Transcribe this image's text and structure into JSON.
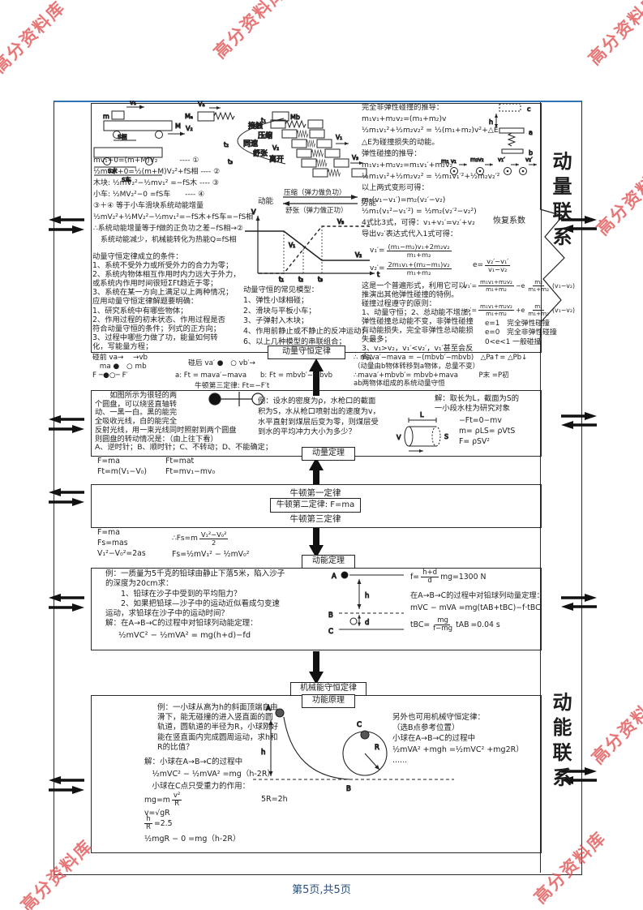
{
  "page": {
    "footer": "第5页,共5页",
    "watermark": "高分资料库",
    "colors": {
      "frame_blue": "#2e74b5",
      "watermark_red": "#e05a5a",
      "footer_blue": "#274e7d"
    }
  },
  "side": {
    "momentum_link": "动量联系",
    "energy_link": "动能联系",
    "restitution": "恢复系数"
  },
  "labels": {
    "momentum_conservation": "动量守恒定律",
    "momentum_theorem": "动量定理",
    "newton1": "牛顿第一定律",
    "newton2": "牛顿第二定律: F=ma",
    "newton3": "牛顿第三定律",
    "kinetic_theorem": "动能定理",
    "mech_energy": "机械能守恒定律",
    "work_energy": "功能原理"
  },
  "cart": {
    "equations": [
      "mv₁+0=(m+M)V₂　　　---- ①",
      "½mv₁²+0=½(m+M)V₂²+fS相 ---- ②",
      "木块: ½mV₂²−½mv₁² =−fS木 ---- ③",
      "小车: ½MV₂²−0 =fS车　　---- ④",
      "③＋④ 等于小车滑块系统动能增量",
      "½mV₂²+½MV₂²−½mv₁²=−fS木+fS车=−fS相",
      "∴系统动能增量等于f做的正负功之差−fS相→②",
      "　系统动能减少，机械能转化为热能Q=fS相"
    ],
    "conditions": [
      "动量守恒定律成立的条件：",
      "1、系统不受外力或所受外力的合力为零；",
      "2、系统内物体相互作用时内力远大于外力，",
      "或系统内作用时间很短ΣFt趋近于零；",
      "3、系统在某一方向上满足以上两种情况；",
      "应用动量守恒定律解题要明确：",
      "1、研究系统中有哪些物体；",
      "2、作用过程的初末状态、作用过程是否",
      "符合动量守恒的条件；列式的正方向；",
      "3、过程中哪些力做了功，能量如何转",
      "化，写能量方程；"
    ]
  },
  "spring": {
    "stages": [
      "接触",
      "压缩",
      "同速",
      "舒张",
      "离开"
    ],
    "convert": {
      "ke": "动能",
      "pe": "势能",
      "compress": "压缩（弹力做负功）",
      "expand": "舒张（弹力做正功）"
    },
    "models": [
      "动量守恒的常见模型：",
      "1、弹性小球相碰；",
      "2、滑块与平板小车；",
      "3、子弹射入木块；",
      "4、作用前静止或不静止的反冲运动；",
      "6、以上几种模型的串联组合；"
    ]
  },
  "collision": {
    "derivation": [
      "完全非弹性碰撞的推导：",
      "m₁v₁+m₂v₂=(m₁+m₂)v",
      "½m₁v₁²+½m₂v₂² = ½(m₁+m₂)v²+△E",
      "△E为碰撞损失的动能。",
      "弹性碰撞的推导：",
      "m₁v₁+m₂v₂=m₁v₁′+m₂v₂′",
      "½m₁v₁²+½m₂v₂² = ½m₁v₁′²+½m₂v₂′²",
      "以上两式变形可得：",
      "m₁(v₁−v₁′)=m₂(v₂′−v₂)",
      "½m₁(v₁²−v₁′²) = ½m₂(v₂′²−v₂²)",
      "4式比3式，可得：v₁+v₁′=v₂′+v₂",
      "导出v₂′表达式代入1式可得："
    ],
    "v1p": {
      "prefix": "v₁′=",
      "num": "(m₁−m₂)v₁+2m₂v₂",
      "den": "m₁+m₂"
    },
    "v2p": {
      "prefix": "v₂′=",
      "num": "2m₁v₁+(m₂−m₁)v₂",
      "den": "m₁+m₂"
    },
    "e_def": {
      "prefix": "e=",
      "num": "v₂′−v₁′",
      "den": "v₁−v₂"
    },
    "general1": {
      "prefix": "v₁′=",
      "num1": "m₁v₁+m₂v₂",
      "den1": "m₁+m₂",
      "mid": "−e",
      "num2": "m₂",
      "den2": "m₁+m₂",
      "suffix": "(v₁−v₂)"
    },
    "general2": {
      "prefix": "v₂′=",
      "num1": "m₁v₁+m₂v₂",
      "den1": "m₁+m₂",
      "mid": "+e",
      "num2": "m₁",
      "den2": "m₁+m₂",
      "suffix": "(v₁−v₂)"
    },
    "principles": [
      "这是一个普遍形式，利用它可以",
      "推演出其他弹性碰撞的特例。",
      "碰撞过程遵守的原则：",
      "1、动量守恒；2、总动能不增加；",
      "弹性碰撞总动能不变，非弹性碰撞",
      "有动能损失，完全非弹性总动能损",
      "失最多；",
      "3、v₁>v₂，v₁′<v₂′，v₁′甚至会反向；"
    ],
    "e_cases": [
      "e=1　完全弹性碰撞",
      "e=0　完全非弹性碰撞",
      "0<e<1 一般碰撞"
    ]
  },
  "before_after": {
    "before_diagram": [
      "碰前 va→　 →vb",
      "　ma ●　○ mb",
      "F ─●○─ F′"
    ],
    "after_diagram": "碰后 va′ ●　○ vb′→",
    "impulses": "a: Ft = mava′−mava　　b: Ft = mbvb′−mbvb",
    "newton3": "牛顿第三定律: Ft=−F′t",
    "conclusions": [
      "∴ mava′−mava = −(mbvb′−mbvb)　△Pa↑= △Pb↓",
      "（动量由b物体转移到a物体，总量不变）",
      "∴mava′+mbvb′= mbvb+mava　　　P末 =P初",
      "ab两物体组成的系统动量守恒"
    ]
  },
  "disk": {
    "text": [
      "　　如图所示为很轻的两",
      "个圆盘，可以绕竖直轴转",
      "动、一黑一白。黑的能完",
      "全吸收光线，白的能完全",
      "反射光线，用一束光线同时照射到两个圆盘",
      "则圆盘的转动情况是：（由上往下看）",
      "A、逆时针；B、顺时针；C、不转动；D、不能确定；"
    ]
  },
  "water": {
    "question": [
      "例：设水的密度为ρ，水枪口的截面",
      "积为S，水从枪口喷射出的速度为v，",
      "水平直射到煤层后变为零，则煤层受",
      "到水的平均冲力大小为多少？"
    ],
    "solution": [
      "解：取长为L，截面为S的",
      "一小段水柱为研究对象"
    ],
    "formulas": [
      "−Ft=0−mv",
      "m= ρLS= ρVtS",
      "F= ρSV²"
    ]
  },
  "newton_above": {
    "col1": [
      "F=ma",
      "Ft=m(V₁−V₀)"
    ],
    "col2": [
      "Ft=mat",
      "Ft=mv₁−mv₀"
    ]
  },
  "kinetic": {
    "col1": [
      "F=ma",
      "Fs=mas",
      "V₁²−V₀²=2as"
    ],
    "frac": {
      "prefix": "∴Fs=m",
      "num": "V₁²−V₀²",
      "den": "2"
    },
    "line2": "Fs=½mV₁² − ½mV₀²"
  },
  "sand": {
    "question": [
      "例：一质量为5千克的铅球由静止下落5米，陷入沙子",
      "的深度为20cm求：",
      "　　1、铅球在沙子中受到的平均阻力？",
      "　　2、如果把铅球—沙子中的运动近似看成匀变速",
      "运动，求铅球在沙子中的运动时间？",
      "解：在A→B→C的过程中对铅球列动能定理："
    ],
    "ke_eq": "½mVC² − ½mVA² = mg(h+d)−fd",
    "f_eq": {
      "prefix": "f=",
      "num": "h+d",
      "den": "d",
      "suffix": "mg=1300 N"
    },
    "line2": "在A→B→C的过程中对铅球列动量定理：",
    "p_eq": "mVC − mVA =mg(tAB+tBC)−f·tBC",
    "t_eq": {
      "prefix": "tBC=",
      "num": "mg",
      "den": "f−mg",
      "mid": "tAB",
      "suffix": "=0.04 s"
    }
  },
  "ball": {
    "question": [
      "例：一小球从高为h的斜面顶端自由",
      "滑下，能无碰撞的进入竖直面的圆",
      "轨道，圆轨道的半径为R，小球刚好",
      "能在竖直面内完成圆周运动，求h和",
      "R的比值？"
    ],
    "solution": [
      "解：小球在A→B→C的过程中",
      "　½mVC² − ½mVA² =mg（h-2R）",
      "　小球在C点只受重力的作用："
    ],
    "mg_eq": {
      "prefix": "mg=m",
      "num": "v²",
      "den": "R"
    },
    "v_eq": "v=√gR",
    "hr_eq": {
      "num": "h",
      "den": "R",
      "suffix": "=2.5"
    },
    "final_eq": "½mgR − 0 =mg（h-2R）",
    "note": "5R=2h",
    "alt": [
      "另外也可用机械守恒定律：",
      "（选B点参考位置）",
      "小球在A→B→C的过程中",
      "½mVA² +mgh =½mVC² +mg2R）",
      "......"
    ]
  },
  "fig": {
    "m": "m",
    "v1": "v₁",
    "M": "M",
    "V2": "V₂",
    "s_rel": "S相",
    "s_block": "S木",
    "s_cart": "S车",
    "Ma": "Mₐ",
    "Va": "Vₐ",
    "Mb": "Mb",
    "t1": "t₁",
    "t2": "t₂",
    "t3": "t₃",
    "t": "t",
    "V": "V",
    "V1": "V₁",
    "V3": "V₃",
    "m1v1": "m₁ v₁",
    "m2v2": "m₂v₂",
    "v1p": "v₁′",
    "v2p": "v₂′",
    "a": "a",
    "b": "b",
    "c": "c",
    "h": "h",
    "d": "d",
    "A": "A",
    "B": "B",
    "C": "C",
    "R": "R",
    "L": "L",
    "S": "S"
  }
}
